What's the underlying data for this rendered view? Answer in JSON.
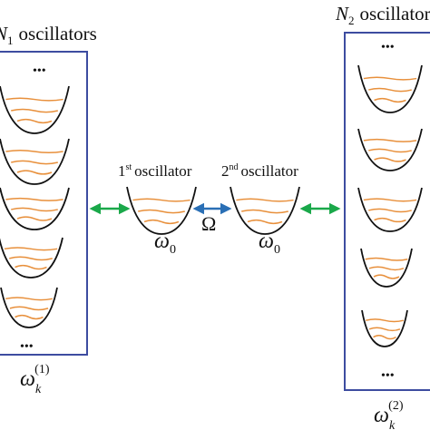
{
  "left_group": {
    "label_symbol": "N",
    "label_subscript": "1",
    "label_text": "oscillators",
    "top_ellipsis": "•••",
    "bottom_ellipsis": "•••",
    "freq_symbol": "ω",
    "freq_sub": "k",
    "freq_sup": "(1)"
  },
  "right_group": {
    "label_symbol": "N",
    "label_subscript": "2",
    "label_text": "oscillators",
    "top_ellipsis": "•••",
    "bottom_ellipsis": "•••",
    "freq_symbol": "ω",
    "freq_sub": "k",
    "freq_sup": "(2)"
  },
  "first_oscillator": {
    "label_prefix": "1",
    "label_sup": "st",
    "label_text": "oscillator",
    "freq_symbol": "ω",
    "freq_sub": "0"
  },
  "second_oscillator": {
    "label_prefix": "2",
    "label_sup": "nd",
    "label_text": "oscillator",
    "freq_symbol": "ω",
    "freq_sub": "0"
  },
  "coupling": {
    "symbol": "Ω"
  },
  "colors": {
    "well": "#111111",
    "levels": "#e8903c",
    "box": "#3d4ca0",
    "bath_arrow": "#1aa84a",
    "coupling_arrow": "#2a6fb5"
  }
}
